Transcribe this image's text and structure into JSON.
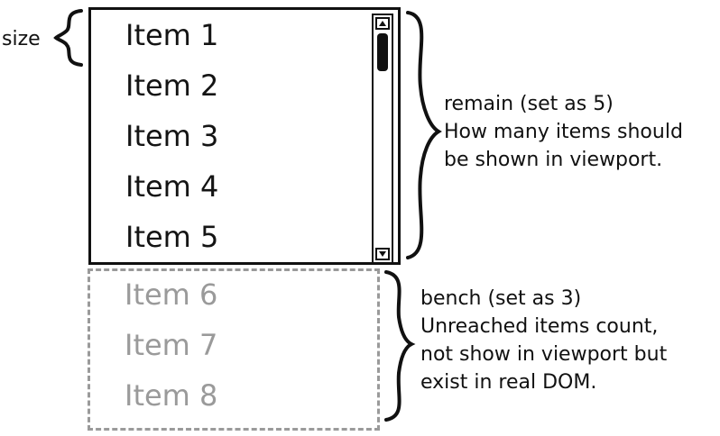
{
  "size_label": "size",
  "viewport_items": [
    "Item 1",
    "Item 2",
    "Item 3",
    "Item 4",
    "Item 5"
  ],
  "bench_items": [
    "Item 6",
    "Item 7",
    "Item 8"
  ],
  "remain_annotation": {
    "line1": "remain (set as 5)",
    "line2": "How many items should",
    "line3": "be shown in viewport."
  },
  "bench_annotation": {
    "line1": "bench (set as 3)",
    "line2": "Unreached items count,",
    "line3": "not show in viewport but",
    "line4": "exist in real DOM."
  },
  "icons": {
    "scroll_up": "triangle-up-icon",
    "scroll_down": "triangle-down-icon"
  },
  "colors": {
    "visible_text": "#141414",
    "bench_text": "#9a9a9a",
    "bench_border": "#9a9a9a"
  }
}
